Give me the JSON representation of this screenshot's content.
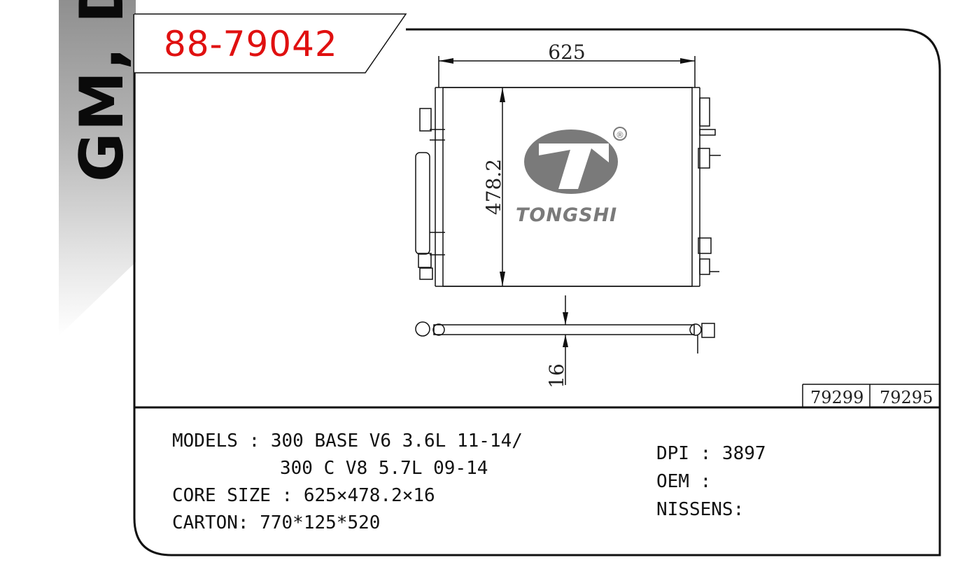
{
  "brand": "GM, DO",
  "part_number": "88-79042",
  "drawing": {
    "width_dim": "625",
    "height_dim": "478.2",
    "thickness_dim": "16",
    "logo_text": "TONGSHI",
    "registered_mark": "®"
  },
  "references": [
    "79299",
    "79295"
  ],
  "specs": {
    "models_line1": "MODELS : 300 BASE V6 3.6L 11-14/",
    "models_line2": "300 C V8 5.7L 09-14",
    "core_size": "CORE SIZE : 625×478.2×16",
    "carton": "CARTON: 770*125*520",
    "dpi": "DPI : 3897",
    "oem": "OEM :",
    "nissens": "NISSENS:"
  },
  "colors": {
    "part_number": "#e01010",
    "logo": "#7a7a7a",
    "line": "#111111"
  }
}
